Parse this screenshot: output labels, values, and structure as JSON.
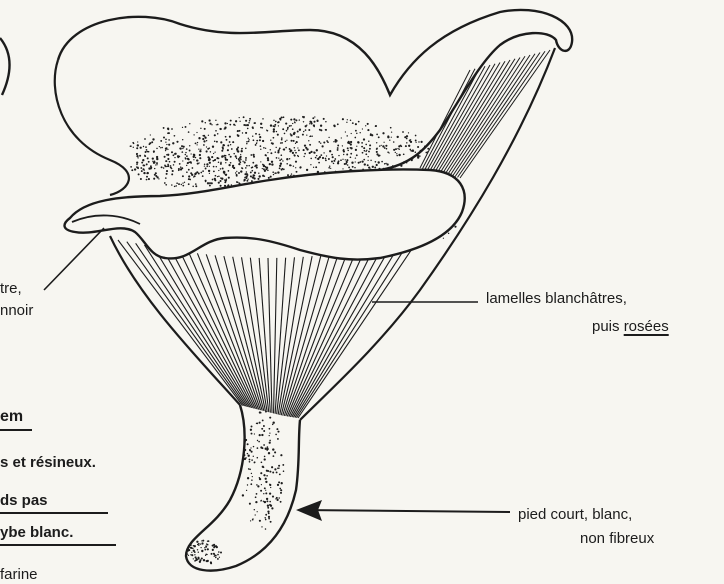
{
  "right_labels": {
    "gills_line1": "lamelles blanchâtres,",
    "gills_line2_plain": "puis ",
    "gills_line2_underlined": "rosées",
    "stem_line1": "pied court, blanc,",
    "stem_line2": "non fibreux"
  },
  "left_fragments": {
    "cap_line1": "tre,",
    "cap_line2": "nnoir",
    "heading_fragment": "em",
    "habitat_fragment": "s et résineux.",
    "note_line1": "ds pas",
    "note_line2": "ybe blanc.",
    "bottom_fragment": "farine"
  },
  "colors": {
    "ink": "#1c1c1c",
    "paper": "#f7f6f1"
  }
}
